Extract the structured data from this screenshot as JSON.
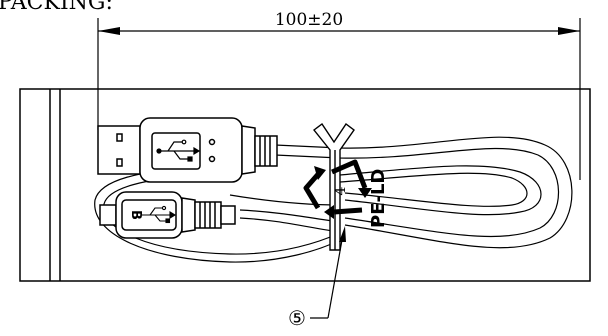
{
  "header": {
    "text": "PACKING:"
  },
  "dimension": {
    "text": "100±20"
  },
  "callout": {
    "text": "⑤"
  },
  "recycle": {
    "code": "4",
    "material": "PE-LD"
  },
  "usb_a": {
    "letter": ""
  },
  "micro_b": {
    "letter": "B"
  }
}
